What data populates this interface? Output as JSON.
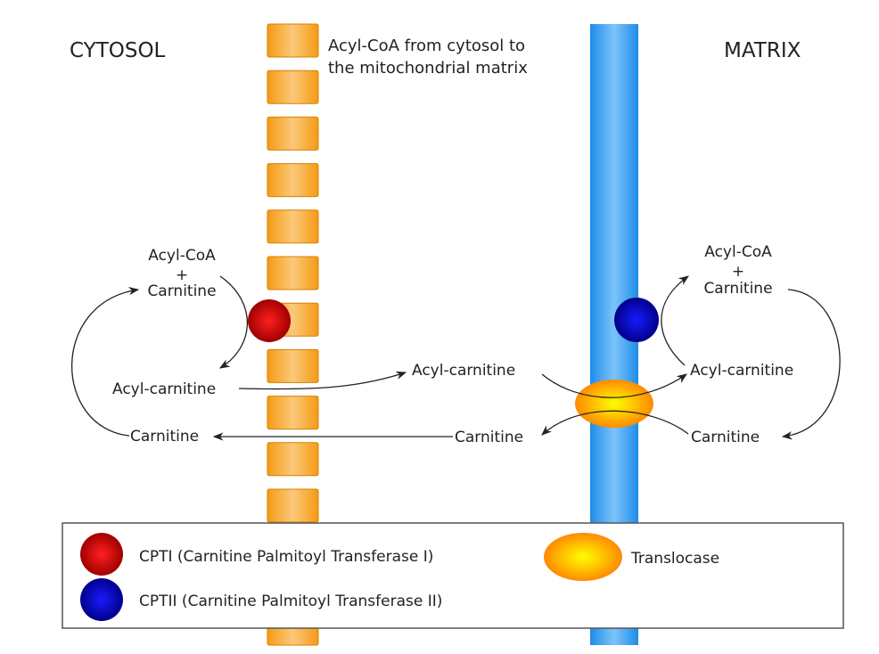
{
  "regions": {
    "left": "CYTOSOL",
    "right": "MATRIX"
  },
  "caption": [
    "Acyl-CoA from cytosol to",
    "the mitochondrial matrix"
  ],
  "cytosol": {
    "acyl_coa": "Acyl-CoA",
    "plus": "+",
    "carnitine_top": "Carnitine",
    "acyl_carnitine": "Acyl-carnitine",
    "carnitine_bottom": "Carnitine"
  },
  "intermembrane": {
    "acyl_carnitine": "Acyl-carnitine",
    "carnitine": "Carnitine"
  },
  "matrix": {
    "acyl_coa": "Acyl-CoA",
    "plus": "+",
    "carnitine_top": "Carnitine",
    "acyl_carnitine": "Acyl-carnitine",
    "carnitine_bottom": "Carnitine"
  },
  "legend": {
    "cpt1": "CPTI (Carnitine Palmitoyl Transferase I)",
    "cpt2": "CPTII (Carnitine Palmitoyl Transferase II)",
    "translocase": "Translocase"
  },
  "colors": {
    "outer_membrane": "#f7a21b",
    "inner_membrane": "#2a95ec",
    "cpt1": "#d40000",
    "cpt2": "#0000c8",
    "translocase": "#ffa500"
  }
}
